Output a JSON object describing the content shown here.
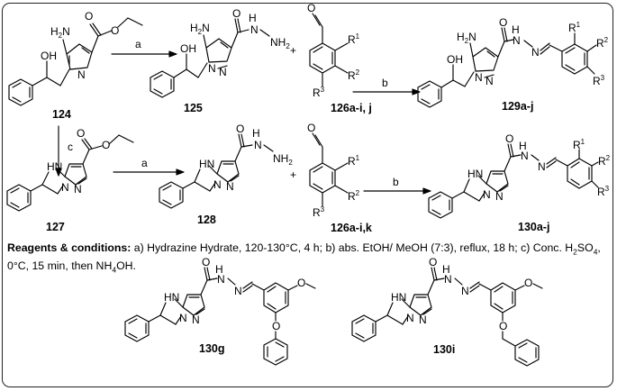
{
  "compounds": {
    "c124": "124",
    "c125": "125",
    "c126_top": "126a-i, j",
    "c129": "129a-j",
    "c127": "127",
    "c128": "128",
    "c126_bottom": "126a-i,k",
    "c130": "130a-j",
    "c130g": "130g",
    "c130i": "130i"
  },
  "arrow_labels": {
    "a": "a",
    "b": "b",
    "c": "c"
  },
  "atoms": {
    "H2N": "H2N",
    "H2N_sub": "2",
    "H2N_N": "N",
    "H": "H",
    "N": "N",
    "O": "O",
    "OH": "OH",
    "HN": "HN",
    "NH2": "NH",
    "NH2_sub": "2",
    "R": "R",
    "r1": "1",
    "r2": "2",
    "r3": "3",
    "plus": "+"
  },
  "conditions": {
    "heading": "Reagents & conditions:",
    "part1": " a) Hydrazine Hydrate, 120-130°C, 4 h; b) abs. EtOH/ MeOH (7:3), reflux, 18 h; c) Conc. H",
    "sub2": "2",
    "part2": "SO",
    "sub4": "4",
    "part3": ", 0°C, 15 min, then NH",
    "sub4b": "4",
    "part4": "OH."
  }
}
